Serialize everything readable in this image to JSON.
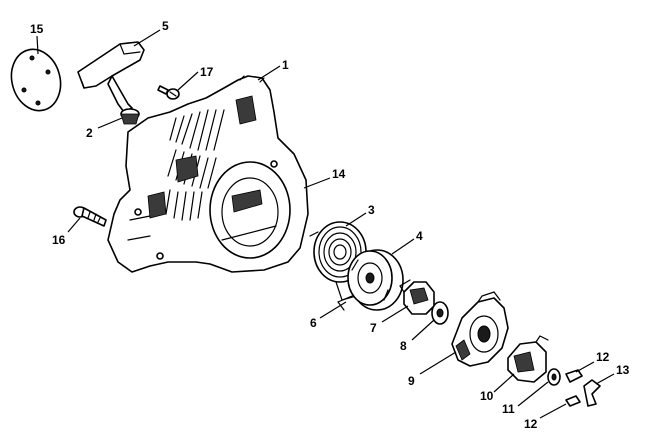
{
  "callouts": [
    {
      "id": "c1",
      "label": "1"
    },
    {
      "id": "c2",
      "label": "2"
    },
    {
      "id": "c3",
      "label": "3"
    },
    {
      "id": "c4",
      "label": "4"
    },
    {
      "id": "c5",
      "label": "5"
    },
    {
      "id": "c6",
      "label": "6"
    },
    {
      "id": "c7",
      "label": "7"
    },
    {
      "id": "c8",
      "label": "8"
    },
    {
      "id": "c9",
      "label": "9"
    },
    {
      "id": "c10",
      "label": "10"
    },
    {
      "id": "c11",
      "label": "11"
    },
    {
      "id": "c12a",
      "label": "12"
    },
    {
      "id": "c12b",
      "label": "12"
    },
    {
      "id": "c13",
      "label": "13"
    },
    {
      "id": "c14",
      "label": "14"
    },
    {
      "id": "c15",
      "label": "15"
    },
    {
      "id": "c16",
      "label": "16"
    },
    {
      "id": "c17",
      "label": "17"
    }
  ]
}
